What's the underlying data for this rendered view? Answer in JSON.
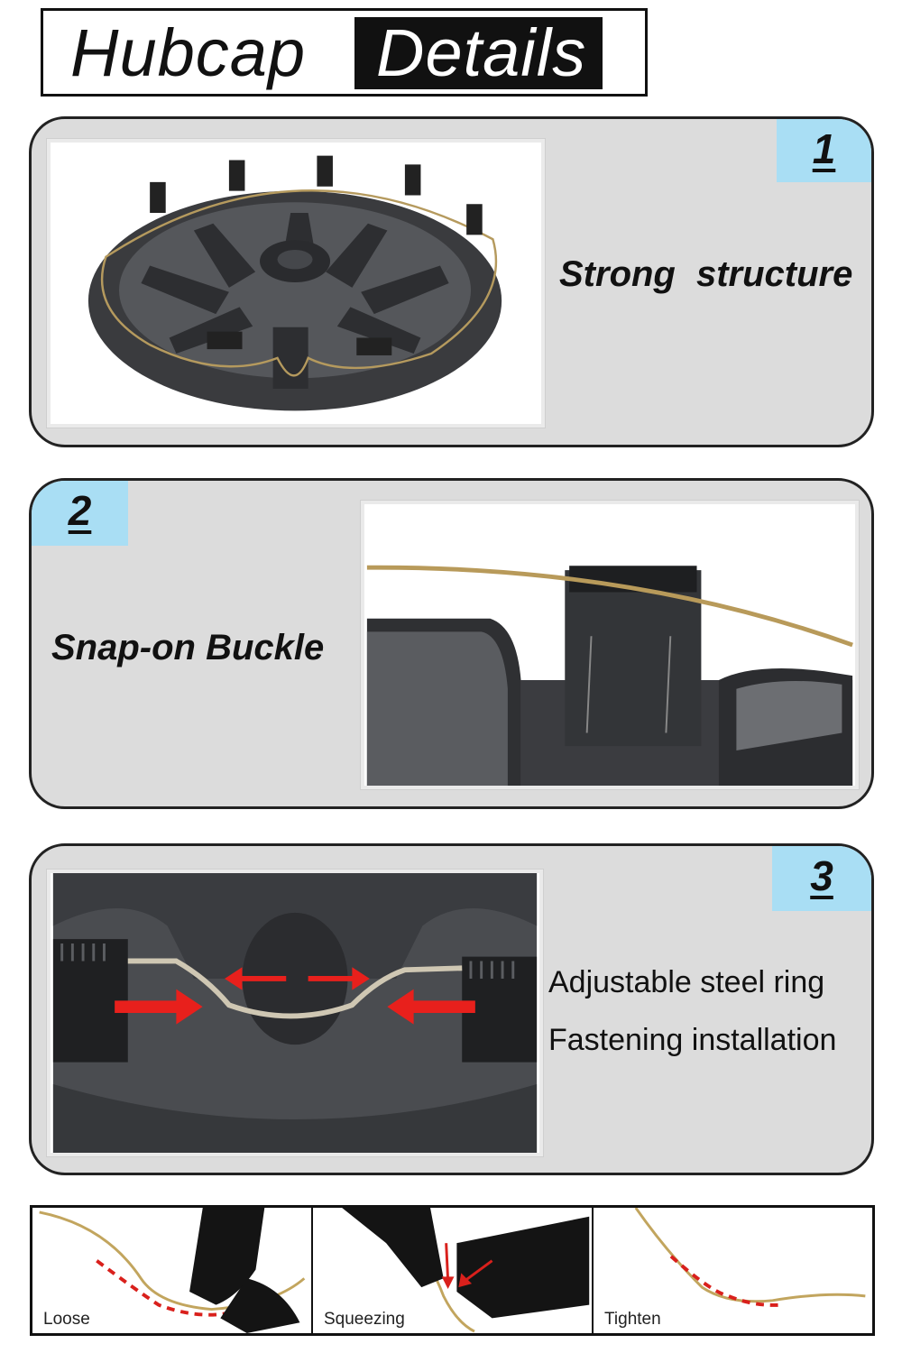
{
  "title": {
    "word1": "Hubcap",
    "word2": "Details"
  },
  "panels": [
    {
      "number": "1",
      "caption": "Strong  structure"
    },
    {
      "number": "2",
      "caption": "Snap-on Buckle"
    },
    {
      "number": "3",
      "caption_line1": "Adjustable steel ring",
      "caption_line2": "Fastening installation"
    }
  ],
  "steps": [
    {
      "label": "Loose"
    },
    {
      "label": "Squeezing"
    },
    {
      "label": "Tighten"
    }
  ],
  "colors": {
    "badge": "#a9def4",
    "panel": "#dcdcdc",
    "arrow": "#e8201c"
  }
}
